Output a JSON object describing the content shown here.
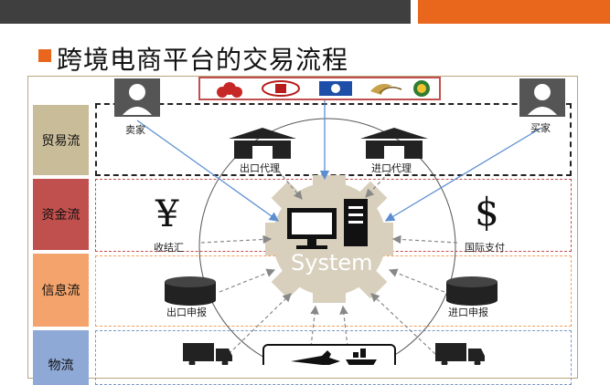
{
  "title": "跨境电商平台的交易流程",
  "rows": {
    "trade": "贸易流",
    "fund": "资金流",
    "info": "信息流",
    "logistics": "物流"
  },
  "nodes": {
    "seller": "卖家",
    "buyer": "买家",
    "export_agent": "出口代理",
    "import_agent": "进口代理",
    "settlement": "收结汇",
    "intl_payment": "国际支付",
    "export_declare": "出口申报",
    "import_declare": "进口申报",
    "system": "System"
  },
  "symbols": {
    "yuan": "¥",
    "dollar": "$"
  },
  "colors": {
    "accent": "#e8671c",
    "topbar": "#3f3f3f",
    "trade": "#c9bc99",
    "fund": "#c0504d",
    "info": "#f3a36b",
    "logistics": "#8ea9d6",
    "gear": "#d8d0bd",
    "arrow": "#5b8fd0"
  },
  "icons": [
    "user-icon",
    "warehouse-icon",
    "database-icon",
    "truck-icon",
    "airplane-icon",
    "ship-icon",
    "computer-icon",
    "gear-icon",
    "authority-logo-icon"
  ]
}
